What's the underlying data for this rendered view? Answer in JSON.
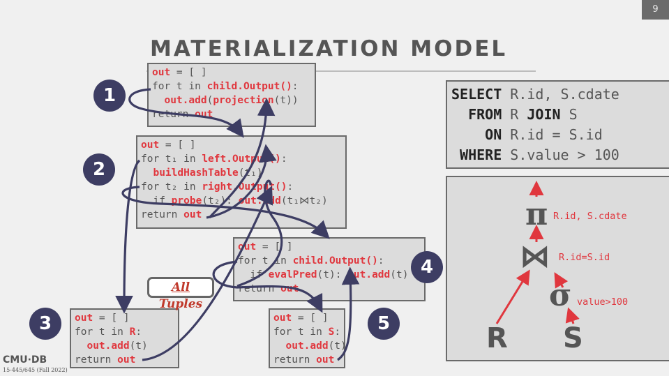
{
  "page_number": "9",
  "title": "MATERIALIZATION MODEL",
  "operators": [
    {
      "badge": "1",
      "lines": [
        [
          [
            "out",
            "r"
          ],
          [
            " = [ ]",
            "g"
          ]
        ],
        [
          [
            "for t in ",
            "g"
          ],
          [
            "child.Output()",
            "r"
          ],
          [
            ":",
            "g"
          ]
        ],
        [
          [
            "  ",
            "g"
          ],
          [
            "out.add",
            "r"
          ],
          [
            "(",
            "g"
          ],
          [
            "projection",
            "r"
          ],
          [
            "(t))",
            "g"
          ]
        ],
        [
          [
            "return ",
            "g"
          ],
          [
            "out",
            "r"
          ]
        ]
      ]
    },
    {
      "badge": "2",
      "lines": [
        [
          [
            "out",
            "r"
          ],
          [
            " = [ ]",
            "g"
          ]
        ],
        [
          [
            "for t₁ in ",
            "g"
          ],
          [
            "left.Output()",
            "r"
          ],
          [
            ":",
            "g"
          ]
        ],
        [
          [
            "  ",
            "g"
          ],
          [
            "buildHashTable",
            "r"
          ],
          [
            "(t₁)",
            "g"
          ]
        ],
        [
          [
            "for t₂ in ",
            "g"
          ],
          [
            "right.Output()",
            "r"
          ],
          [
            ":",
            "g"
          ]
        ],
        [
          [
            "  if ",
            "g"
          ],
          [
            "probe",
            "r"
          ],
          [
            "(t₂): ",
            "g"
          ],
          [
            "out.add",
            "r"
          ],
          [
            "(t₁⋈t₂)",
            "g"
          ]
        ],
        [
          [
            "return ",
            "g"
          ],
          [
            "out",
            "r"
          ]
        ]
      ]
    },
    {
      "badge": "3",
      "lines": [
        [
          [
            "out",
            "r"
          ],
          [
            " = [ ]",
            "g"
          ]
        ],
        [
          [
            "for t in ",
            "g"
          ],
          [
            "R",
            "r"
          ],
          [
            ":",
            "g"
          ]
        ],
        [
          [
            "  ",
            "g"
          ],
          [
            "out.add",
            "r"
          ],
          [
            "(t)",
            "g"
          ]
        ],
        [
          [
            "return ",
            "g"
          ],
          [
            "out",
            "r"
          ]
        ]
      ]
    },
    {
      "badge": "4",
      "lines": [
        [
          [
            "out",
            "r"
          ],
          [
            " = [ ]",
            "g"
          ]
        ],
        [
          [
            "for t in ",
            "g"
          ],
          [
            "child.Output()",
            "r"
          ],
          [
            ":",
            "g"
          ]
        ],
        [
          [
            "  if ",
            "g"
          ],
          [
            "evalPred",
            "r"
          ],
          [
            "(t): ",
            "g"
          ],
          [
            "out.add",
            "r"
          ],
          [
            "(t)",
            "g"
          ]
        ],
        [
          [
            "return ",
            "g"
          ],
          [
            "out",
            "r"
          ]
        ]
      ]
    },
    {
      "badge": "5",
      "lines": [
        [
          [
            "out",
            "r"
          ],
          [
            " = [ ]",
            "g"
          ]
        ],
        [
          [
            "for t in ",
            "g"
          ],
          [
            "S",
            "r"
          ],
          [
            ":",
            "g"
          ]
        ],
        [
          [
            "  ",
            "g"
          ],
          [
            "out.add",
            "r"
          ],
          [
            "(t)",
            "g"
          ]
        ],
        [
          [
            "return ",
            "g"
          ],
          [
            "out",
            "r"
          ]
        ]
      ]
    }
  ],
  "callout": {
    "underlined": "All",
    "rest": " Tuples"
  },
  "sql": [
    {
      "kw": "SELECT",
      "rest": " R.id, S.cdate",
      "pad": ""
    },
    {
      "kw": "FROM",
      "rest": " R ",
      "kw2": "JOIN",
      "rest2": " S",
      "pad": "  "
    },
    {
      "kw": "ON",
      "rest": " R.id = S.id",
      "pad": "    "
    },
    {
      "kw": "WHERE",
      "rest": " S.value > 100",
      "pad": " "
    }
  ],
  "plan": {
    "projection": {
      "symbol": "π",
      "label": "R.id, S.cdate"
    },
    "join": {
      "symbol": "⋈",
      "label": "R.id=S.id"
    },
    "selection": {
      "symbol": "σ",
      "label": "value>100"
    },
    "left_table": "R",
    "right_table": "S"
  },
  "footer": {
    "logo": "CMU·DB",
    "course": "15-445/645 (Fall 2022)"
  },
  "colors": {
    "accent_red": "#e0373e",
    "badge": "#3d3d63",
    "arrow": "#3d3d63"
  }
}
